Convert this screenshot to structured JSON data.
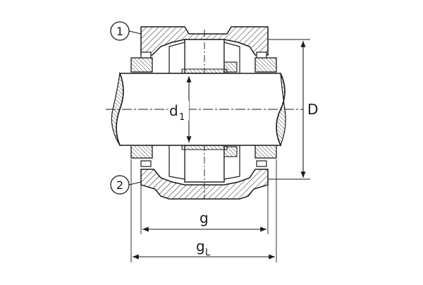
{
  "callouts": [
    {
      "label": "1"
    },
    {
      "label": "2"
    }
  ],
  "dimensions": {
    "shaft_diameter": {
      "symbol": "d",
      "subscript": "1"
    },
    "outer_diameter": {
      "symbol": "D"
    },
    "width_g": {
      "symbol": "g"
    },
    "width_gl": {
      "symbol": "g",
      "subscript": "L"
    }
  },
  "colors": {
    "line": "#1a1a1a",
    "background": "#ffffff"
  }
}
